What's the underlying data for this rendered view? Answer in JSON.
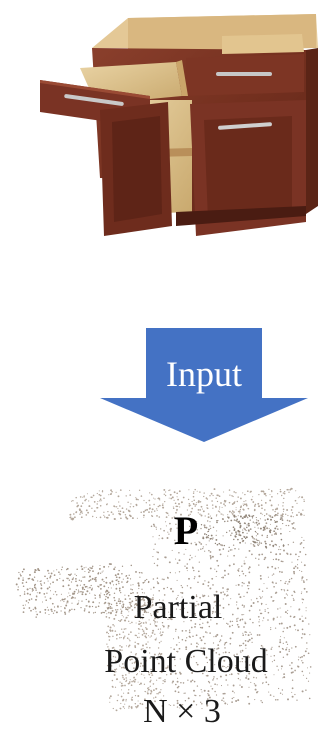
{
  "arrow": {
    "label": "Input",
    "color": "#4472c4"
  },
  "point_cloud": {
    "symbol": "P",
    "line1": "Partial",
    "line2": "Point Cloud",
    "line3": "N × 3"
  },
  "colors": {
    "cabinet_wood": "#7a3526",
    "cabinet_interior": "#dcc08e",
    "point_color": "#9a8f86"
  }
}
